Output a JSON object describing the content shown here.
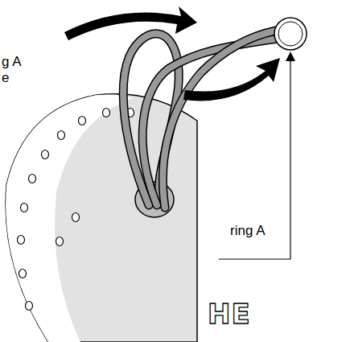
{
  "diagram": {
    "labels": [
      "g A",
      "e",
      "ring A",
      "HE"
    ]
  }
}
